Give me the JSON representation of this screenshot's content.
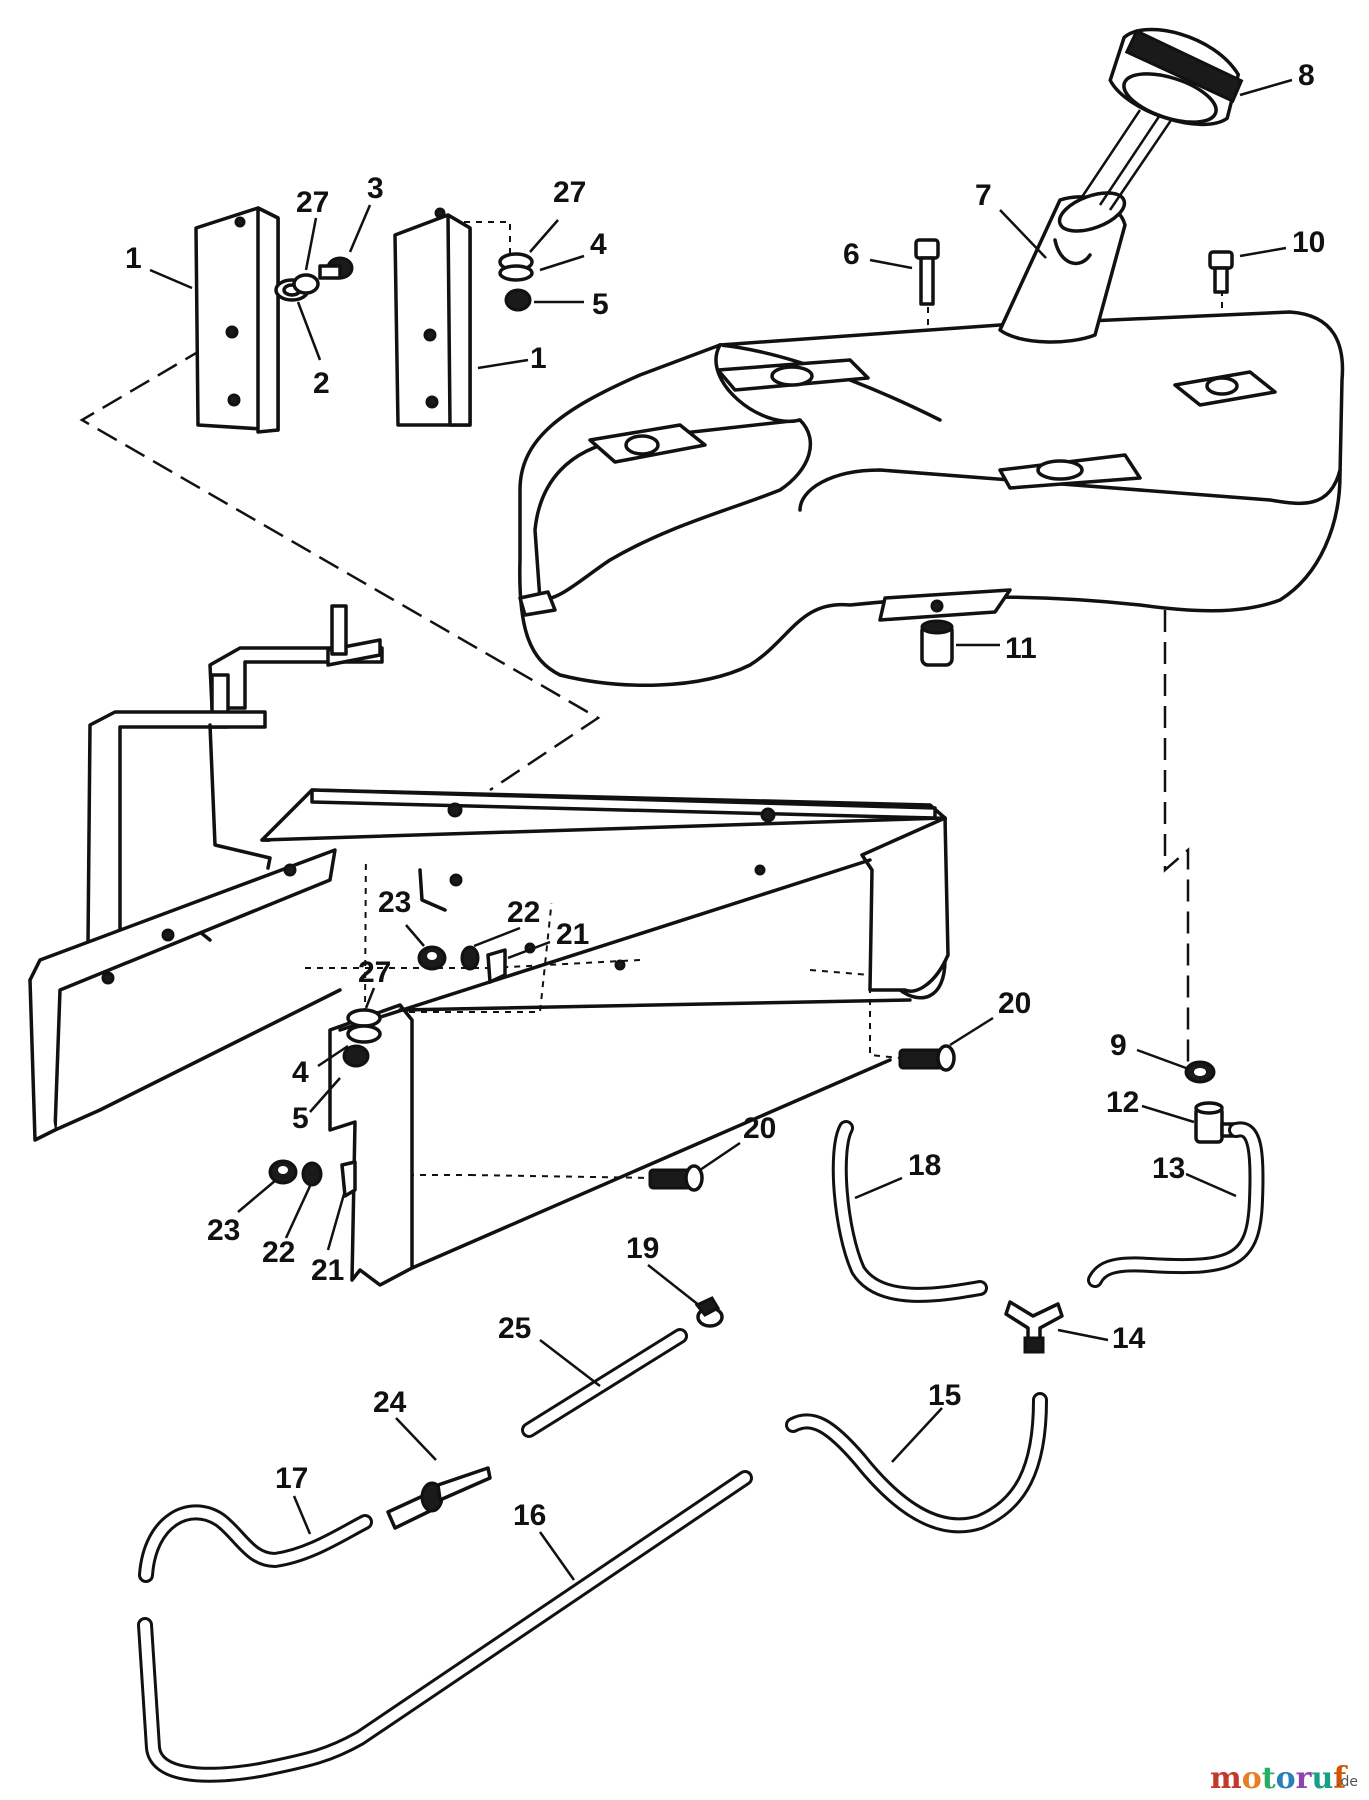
{
  "callouts": [
    {
      "id": "c1a",
      "text": "1"
    },
    {
      "id": "c27a",
      "text": "27"
    },
    {
      "id": "c3",
      "text": "3"
    },
    {
      "id": "c2",
      "text": "2"
    },
    {
      "id": "c1b",
      "text": "1"
    },
    {
      "id": "c27b",
      "text": "27"
    },
    {
      "id": "c4a",
      "text": "4"
    },
    {
      "id": "c5a",
      "text": "5"
    },
    {
      "id": "c6",
      "text": "6"
    },
    {
      "id": "c7",
      "text": "7"
    },
    {
      "id": "c8",
      "text": "8"
    },
    {
      "id": "c10",
      "text": "10"
    },
    {
      "id": "c11",
      "text": "11"
    },
    {
      "id": "c23a",
      "text": "23"
    },
    {
      "id": "c22a",
      "text": "22"
    },
    {
      "id": "c21a",
      "text": "21"
    },
    {
      "id": "c27c",
      "text": "27"
    },
    {
      "id": "c4b",
      "text": "4"
    },
    {
      "id": "c5b",
      "text": "5"
    },
    {
      "id": "c20a",
      "text": "20"
    },
    {
      "id": "c20b",
      "text": "20"
    },
    {
      "id": "c23b",
      "text": "23"
    },
    {
      "id": "c22b",
      "text": "22"
    },
    {
      "id": "c21b",
      "text": "21"
    },
    {
      "id": "c9",
      "text": "9"
    },
    {
      "id": "c12",
      "text": "12"
    },
    {
      "id": "c13",
      "text": "13"
    },
    {
      "id": "c18",
      "text": "18"
    },
    {
      "id": "c14",
      "text": "14"
    },
    {
      "id": "c19",
      "text": "19"
    },
    {
      "id": "c25",
      "text": "25"
    },
    {
      "id": "c24",
      "text": "24"
    },
    {
      "id": "c15",
      "text": "15"
    },
    {
      "id": "c17",
      "text": "17"
    },
    {
      "id": "c16",
      "text": "16"
    }
  ],
  "watermark": {
    "brand_letters": [
      "m",
      "o",
      "t",
      "o",
      "r",
      "u",
      "f"
    ],
    "suffix": ".de"
  },
  "colors": {
    "line": "#111111",
    "background": "#ffffff",
    "watermark": [
      "#c0392b",
      "#e67e22",
      "#27ae60",
      "#2980b9",
      "#8e44ad",
      "#16a085",
      "#d35400"
    ]
  }
}
